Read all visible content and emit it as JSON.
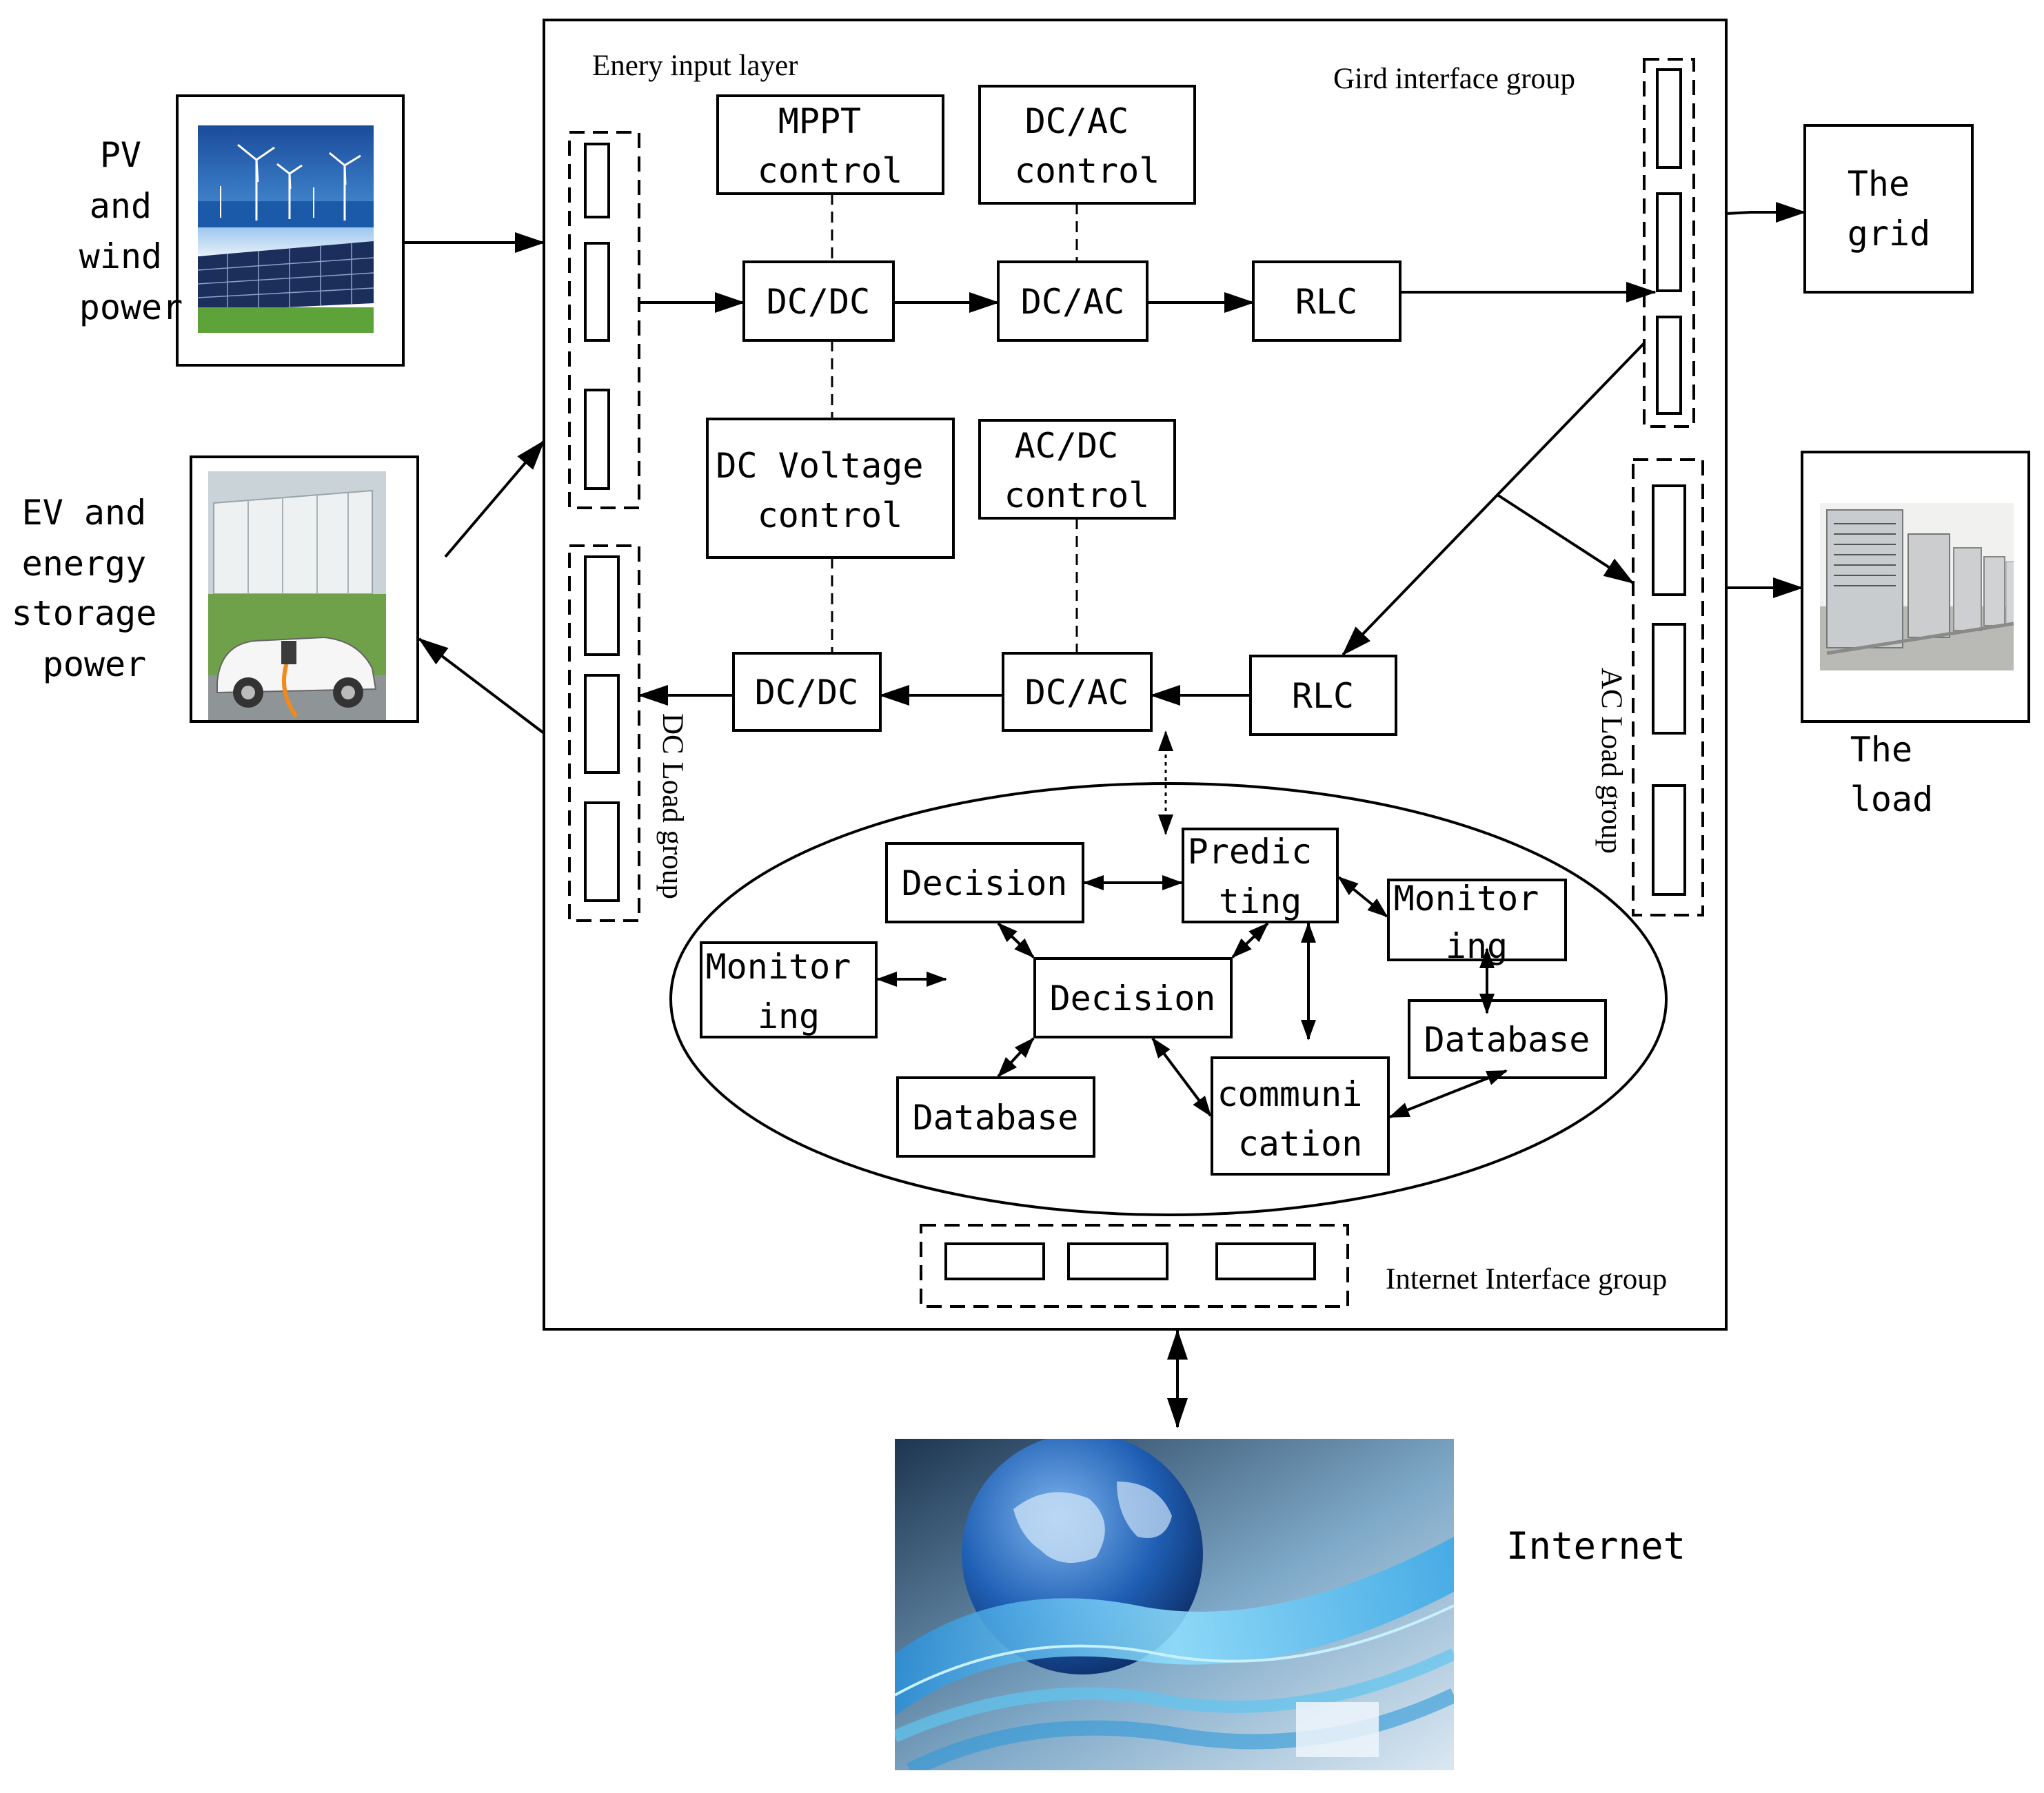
{
  "labels": {
    "input_layer": "Enery input layer",
    "grid_interface": "Gird interface group",
    "dc_load_group": "DC Load group",
    "ac_load_group": "AC Load group",
    "internet_interface": "Internet Interface group",
    "internet": "Internet"
  },
  "sources": {
    "pv_wind": [
      "PV",
      "and",
      "wind",
      "power"
    ],
    "ev_storage": [
      "EV and",
      "energy",
      "storage",
      "power"
    ]
  },
  "outputs": {
    "grid": [
      "The",
      "grid"
    ],
    "load": [
      "The",
      "load"
    ]
  },
  "blocks": {
    "mppt_control": [
      "MPPT",
      "control"
    ],
    "dcac_control": [
      "DC/AC",
      "control"
    ],
    "dcdc_top": "DC/DC",
    "dcac_top": "DC/AC",
    "rlc_top": "RLC",
    "dc_voltage_control": [
      "DC Voltage",
      "control"
    ],
    "acdc_control": [
      "AC/DC",
      "control"
    ],
    "dcdc_bottom": "DC/DC",
    "dcac_bottom": "DC/AC",
    "rlc_bottom": "RLC"
  },
  "control_core": {
    "decision_top": "Decision",
    "predicting": [
      "Predic",
      "ting"
    ],
    "monitoring_right": [
      "Monitor",
      "ing"
    ],
    "monitoring_left": [
      "Monitor",
      "ing"
    ],
    "decision_center": "Decision",
    "database_right": "Database",
    "database_left": "Database",
    "communication": [
      "communi",
      "cation"
    ]
  },
  "pictures": {
    "pv_wind": "wind-turbines-and-solar-panels-photo",
    "ev_storage": "storage-container-and-ev-charging-photo",
    "load": "rooftop-hvac-units-photo",
    "internet": "globe-with-data-stream-photo"
  },
  "colors": {
    "line": "#000000",
    "background": "#ffffff"
  }
}
